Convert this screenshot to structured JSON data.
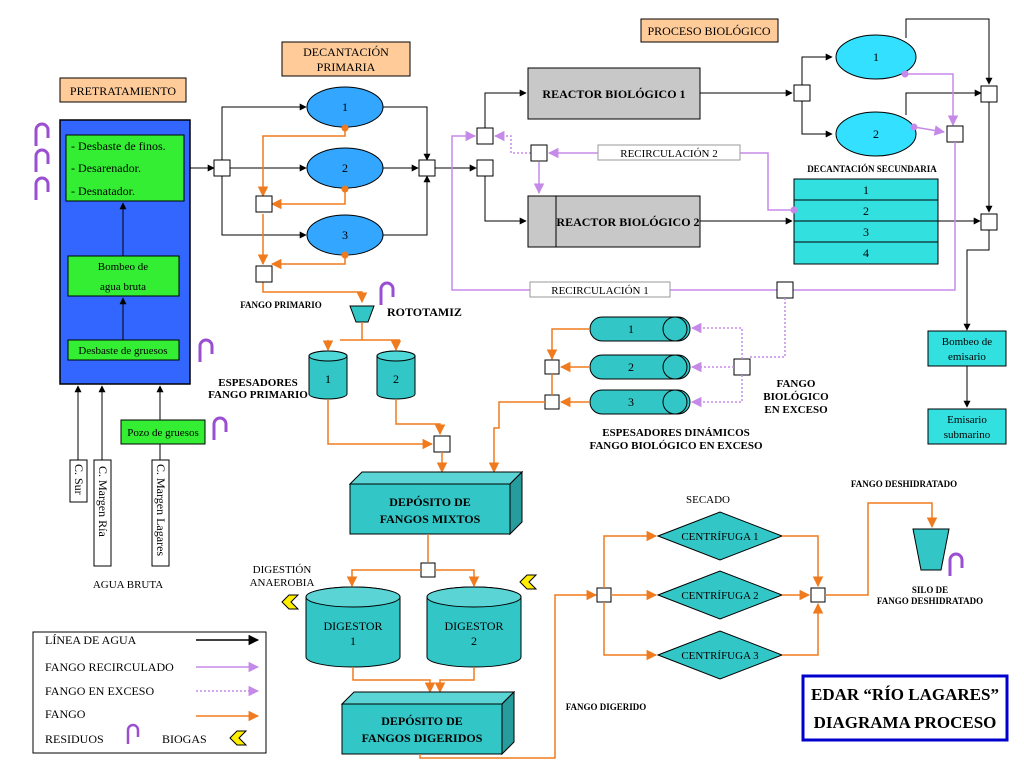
{
  "colors": {
    "water_line": "#000000",
    "recirculated_sludge": "#c58ae8",
    "excess_sludge": "#c58ae8",
    "sludge": "#f07a1e",
    "pretreatment_fill": "#3366ff",
    "green_box": "#33ee33",
    "cyan": "#33e0e0",
    "teal": "#33c6c6",
    "reactor_fill": "#c8c8c8",
    "header_fill": "#ffcc99",
    "yellow_biogas": "#ffee00",
    "title_border": "#0000cc"
  },
  "headers": {
    "pretratamiento": "PRETRATAMIENTO",
    "decantacion_primaria_1": "DECANTACIÓN",
    "decantacion_primaria_2": "PRIMARIA",
    "proceso_biologico": "PROCESO BIOLÓGICO"
  },
  "pretreatment": {
    "desbaste_finos": "- Desbaste de finos.",
    "desarenador": "- Desarenador.",
    "desnatador": "- Desnatador.",
    "bombeo_1": "Bombeo de",
    "bombeo_2": "agua bruta",
    "desbaste_gruesos": "Desbaste de gruesos",
    "pozo_gruesos": "Pozo de gruesos"
  },
  "inlets": [
    "C. Sur",
    "C. Margen Ría",
    "C. Margen Lagares"
  ],
  "agua_bruta": "AGUA BRUTA",
  "primary_settlers": [
    "1",
    "2",
    "3"
  ],
  "fango_primario": "FANGO PRIMARIO",
  "rototamiz": "ROTOTAMIZ",
  "reactors": [
    "REACTOR BIOLÓGICO 1",
    "REACTOR BIOLÓGICO 2"
  ],
  "recirculacion_2": "RECIRCULACIÓN 2",
  "recirculacion_1": "RECIRCULACIÓN 1",
  "secondary_settlers_top": [
    "1",
    "2"
  ],
  "decantacion_secundaria": "DECANTACIÓN SECUNDARIA",
  "secondary_table_rows": [
    "1",
    "2",
    "3",
    "4"
  ],
  "bombeo_emisario_1": "Bombeo de",
  "bombeo_emisario_2": "emisario",
  "emisario_1": "Emisario",
  "emisario_2": "submarino",
  "espesadores_primario_1": "ESPESADORES",
  "espesadores_primario_2": "FANGO PRIMARIO",
  "thickeners": [
    "1",
    "2"
  ],
  "dynamic_thickeners": [
    "1",
    "2",
    "3"
  ],
  "espesadores_dinamicos_1": "ESPESADORES DINÁMICOS",
  "espesadores_dinamicos_2": "FANGO BIOLÓGICO EN EXCESO",
  "fango_biologico_1": "FANGO",
  "fango_biologico_2": "BIOLÓGICO",
  "fango_biologico_3": "EN EXCESO",
  "deposito_mixtos_1": "DEPÓSITO DE",
  "deposito_mixtos_2": "FANGOS MIXTOS",
  "digestion_1": "DIGESTIÓN",
  "digestion_2": "ANAEROBIA",
  "digestor_1_a": "DIGESTOR",
  "digestor_1_b": "1",
  "digestor_2_a": "DIGESTOR",
  "digestor_2_b": "2",
  "deposito_digeridos_1": "DEPÓSITO DE",
  "deposito_digeridos_2": "FANGOS DIGERIDOS",
  "fango_digerido": "FANGO DIGERIDO",
  "secado": "SECADO",
  "centrifuges": [
    "CENTRÍFUGA 1",
    "CENTRÍFUGA 2",
    "CENTRÍFUGA 3"
  ],
  "fango_deshidratado": "FANGO DESHIDRATADO",
  "silo_1": "SILO DE",
  "silo_2": "FANGO DESHIDRATADO",
  "legend": {
    "linea_agua": "LÍNEA DE AGUA",
    "fango_recirculado": "FANGO RECIRCULADO",
    "fango_exceso": "FANGO EN EXCESO",
    "fango": "FANGO",
    "residuos": "RESIDUOS",
    "biogas": "BIOGAS"
  },
  "title_1": "EDAR “RÍO LAGARES”",
  "title_2": "DIAGRAMA PROCESO"
}
